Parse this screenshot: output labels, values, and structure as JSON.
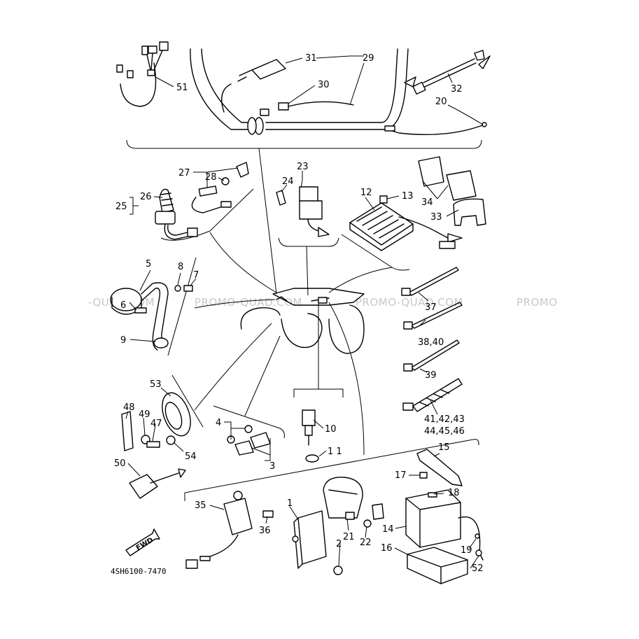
{
  "diagram": {
    "drawing_code": "4SH6100-7470",
    "fwd_label": "FWD",
    "watermark": [
      "-QUAD.COM",
      "PROMO-QUAD.COM",
      "PROMO-QUAD.COM",
      "PROMO"
    ],
    "callouts": [
      {
        "id": "c51",
        "text": "51"
      },
      {
        "id": "c31",
        "text": "31"
      },
      {
        "id": "c29",
        "text": "29"
      },
      {
        "id": "c30",
        "text": "30"
      },
      {
        "id": "c32",
        "text": "32"
      },
      {
        "id": "c20",
        "text": "20"
      },
      {
        "id": "c27",
        "text": "27"
      },
      {
        "id": "c28",
        "text": "28"
      },
      {
        "id": "c26",
        "text": "26"
      },
      {
        "id": "c25",
        "text": "25"
      },
      {
        "id": "c23",
        "text": "23"
      },
      {
        "id": "c24",
        "text": "24"
      },
      {
        "id": "c12",
        "text": "12"
      },
      {
        "id": "c13",
        "text": "13"
      },
      {
        "id": "c34",
        "text": "34"
      },
      {
        "id": "c33",
        "text": "33"
      },
      {
        "id": "c5",
        "text": "5"
      },
      {
        "id": "c8",
        "text": "8"
      },
      {
        "id": "c7",
        "text": "7"
      },
      {
        "id": "c6",
        "text": "6"
      },
      {
        "id": "c9",
        "text": "9"
      },
      {
        "id": "c37",
        "text": "37"
      },
      {
        "id": "c3840",
        "text": "38,40"
      },
      {
        "id": "c39",
        "text": "39"
      },
      {
        "id": "c414243",
        "text": "41,42,43"
      },
      {
        "id": "c444546",
        "text": "44,45,46"
      },
      {
        "id": "c53",
        "text": "53"
      },
      {
        "id": "c48",
        "text": "48"
      },
      {
        "id": "c49",
        "text": "49"
      },
      {
        "id": "c47",
        "text": "47"
      },
      {
        "id": "c54",
        "text": "54"
      },
      {
        "id": "c50",
        "text": "50"
      },
      {
        "id": "c4",
        "text": "4"
      },
      {
        "id": "c3",
        "text": "3"
      },
      {
        "id": "c10",
        "text": "10"
      },
      {
        "id": "c11",
        "text": "1 1"
      },
      {
        "id": "c15",
        "text": "15"
      },
      {
        "id": "c17",
        "text": "17"
      },
      {
        "id": "c18",
        "text": "18"
      },
      {
        "id": "c35",
        "text": "35"
      },
      {
        "id": "c36",
        "text": "36"
      },
      {
        "id": "c1",
        "text": "1"
      },
      {
        "id": "c21",
        "text": "21"
      },
      {
        "id": "c22",
        "text": "22"
      },
      {
        "id": "c2",
        "text": "2"
      },
      {
        "id": "c14",
        "text": "14"
      },
      {
        "id": "c16",
        "text": "16"
      },
      {
        "id": "c19",
        "text": "19"
      },
      {
        "id": "c52",
        "text": "52"
      }
    ]
  }
}
